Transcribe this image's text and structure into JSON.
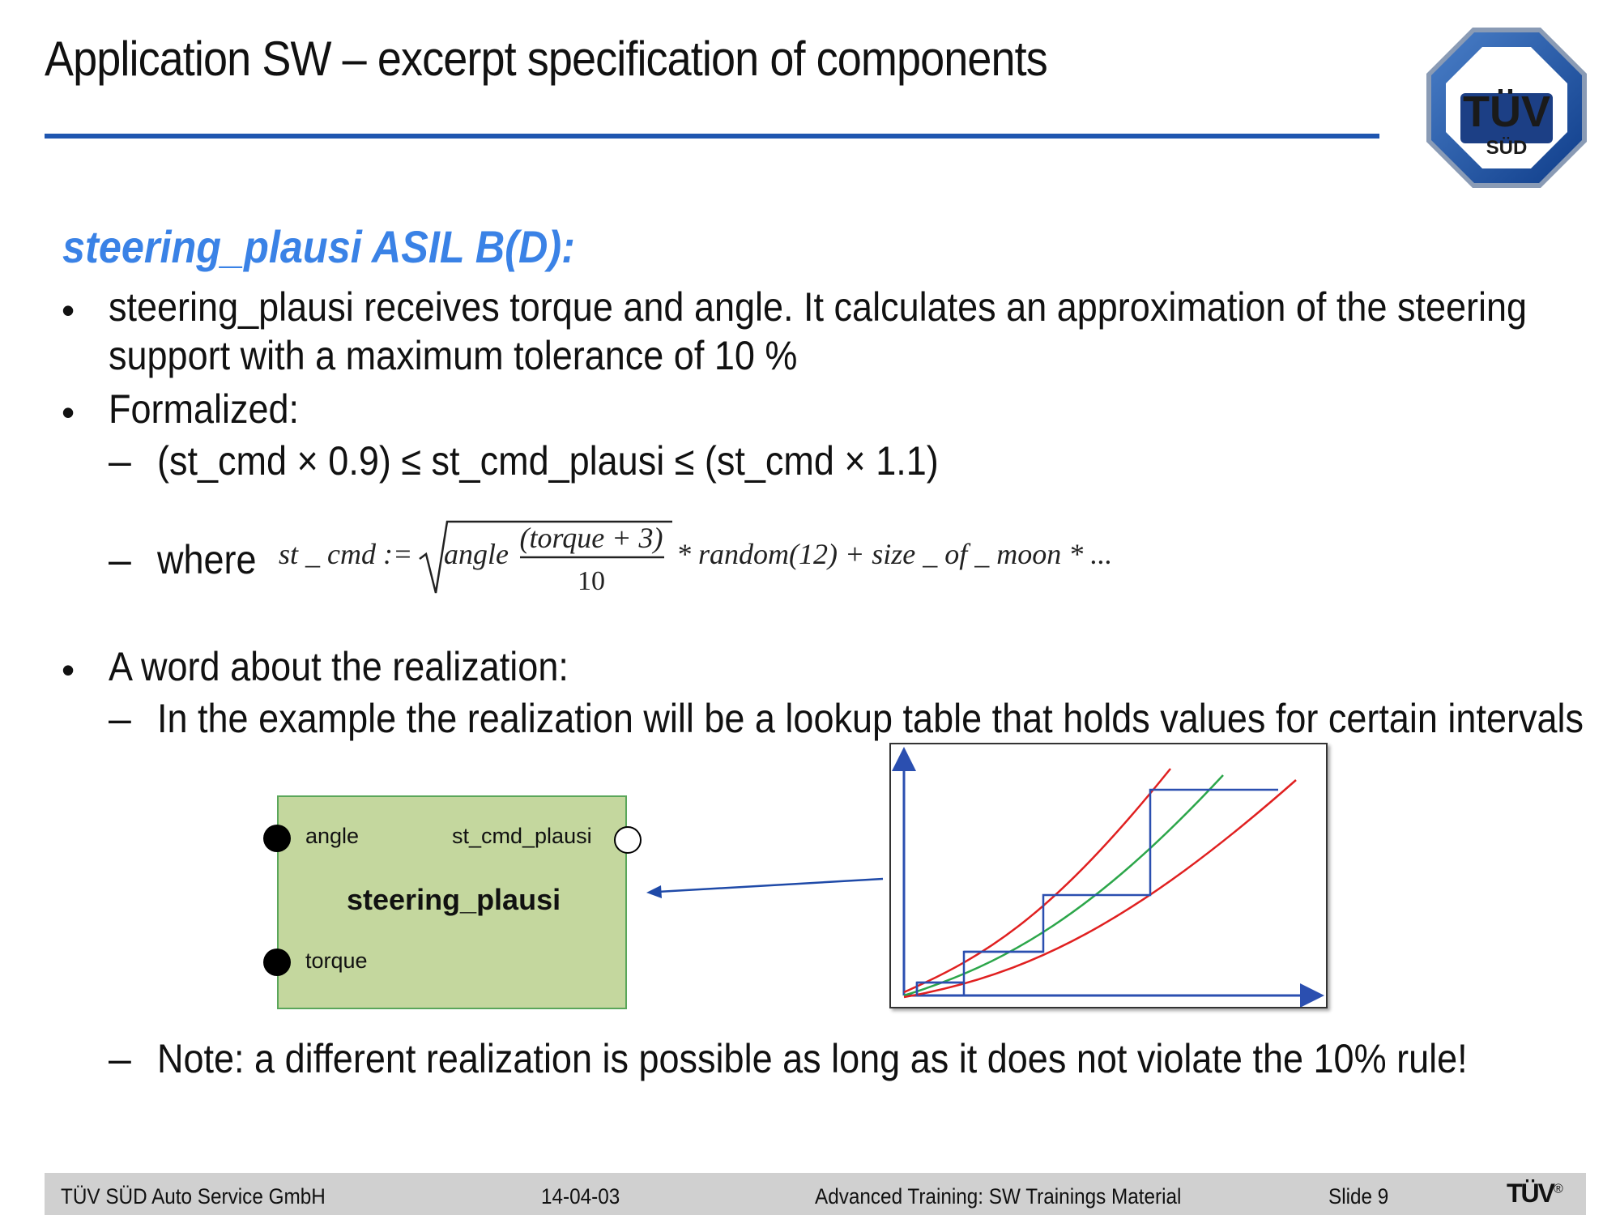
{
  "header": {
    "title": "Application SW – excerpt specification of components",
    "logo_text": "TÜV",
    "logo_subtext": "SÜD"
  },
  "content": {
    "subtitle": "steering_plausi ASIL B(D):",
    "bullet1_line1": "steering_plausi receives torque and angle. It calculates an approximation of the steering",
    "bullet1_line2": "support with a maximum tolerance of 10 %",
    "bullet2": "Formalized:",
    "bullet2_sub1": "(st_cmd × 0.9) ≤ st_cmd_plausi ≤ (st_cmd × 1.1)",
    "bullet2_sub2_label": "where",
    "formula": {
      "lhs": "st _ cmd :=",
      "angle": "angle",
      "numerator": "(torque + 3)",
      "denominator": "10",
      "rest": "* random(12) + size _ of _ moon * ..."
    },
    "bullet3": "A word about the realization:",
    "bullet3_sub1": "In the example the realization will be a lookup table that holds values for certain intervals",
    "note": "Note: a different realization is possible as long as it does not violate the 10% rule!"
  },
  "component": {
    "name": "steering_plausi",
    "input1": "angle",
    "input2": "torque",
    "output": "st_cmd_plausi"
  },
  "chart_colors": {
    "axis": "#2b4fb0",
    "lookup_steps": "#2b4fb0",
    "nominal_curve": "#2ca64a",
    "tolerance_curves": "#e02020"
  },
  "footer": {
    "company": "TÜV SÜD Auto Service GmbH",
    "date": "14-04-03",
    "training": "Advanced Training: SW Trainings Material",
    "slide": "Slide 9",
    "logo": "TÜV",
    "reg": "®"
  }
}
